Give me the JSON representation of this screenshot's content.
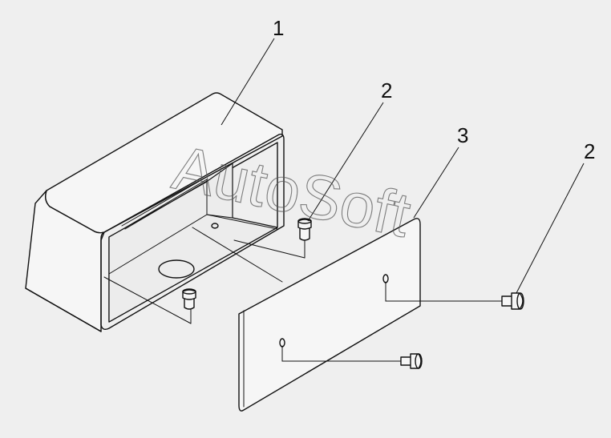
{
  "callouts": {
    "housing": "1",
    "bolt_center": "2",
    "plate": "3",
    "bolt_right": "2"
  },
  "watermark": "AutoSoft",
  "colors": {
    "background": "#efefef",
    "line": "#111111",
    "watermark": "#555555"
  }
}
